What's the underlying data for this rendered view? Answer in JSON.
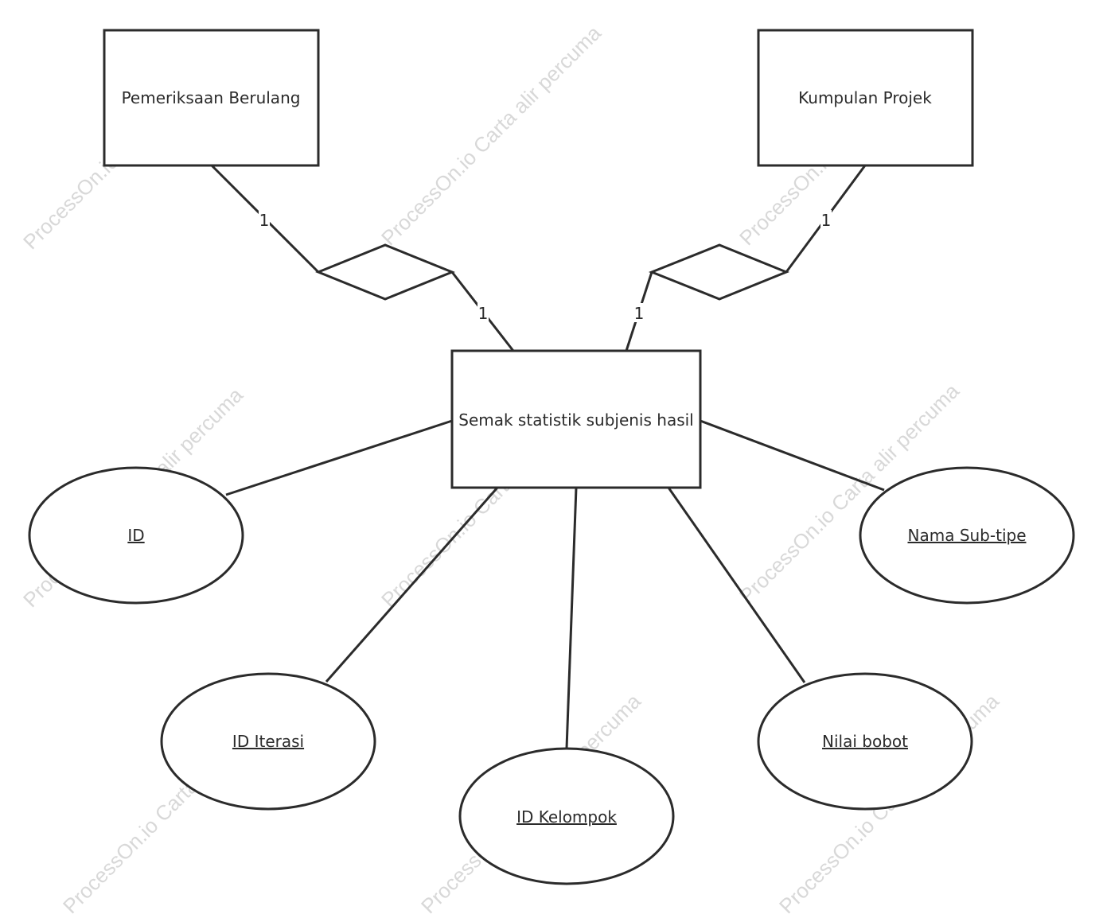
{
  "watermark": "ProcessOn.io Carta alir percuma",
  "entities": {
    "center": "Semak statistik subjenis hasil",
    "top_left": "Pemeriksaan Berulang",
    "top_right": "Kumpulan Projek"
  },
  "attributes": {
    "id": "ID",
    "iteration_id": "ID Iterasi",
    "group_id": "ID Kelompok",
    "weight_value": "Nilai bobot",
    "subtype_name": "Nama Sub-tipe"
  },
  "cardinalities": {
    "left_upper": "1",
    "left_lower": "1",
    "right_upper": "1",
    "right_lower": "1"
  },
  "colors": {
    "stroke": "#2b2b2b",
    "watermark": "#d8d8d8",
    "background": "#ffffff"
  }
}
